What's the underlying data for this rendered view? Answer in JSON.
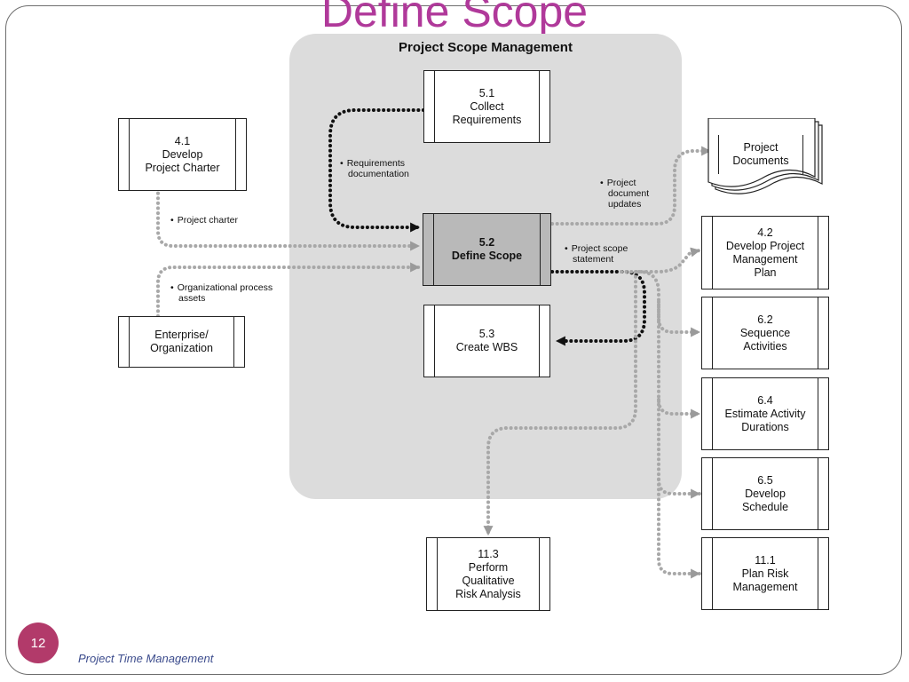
{
  "slide": {
    "title": "Define Scope",
    "page_number": "12",
    "footer": "Project Time Management"
  },
  "diagram": {
    "panel_title": "Project Scope Management",
    "boxes": {
      "collect_requirements": [
        "5.1",
        "Collect",
        "Requirements"
      ],
      "define_scope": [
        "5.2",
        "Define Scope"
      ],
      "create_wbs": [
        "5.3",
        "Create WBS"
      ],
      "develop_charter": [
        "4.1",
        "Develop",
        "Project Charter"
      ],
      "enterprise": [
        "Enterprise/",
        "Organization"
      ],
      "project_documents": [
        "Project",
        "Documents"
      ],
      "develop_pm_plan": [
        "4.2",
        "Develop Project",
        "Management",
        "Plan"
      ],
      "sequence_activities": [
        "6.2",
        "Sequence",
        "Activities"
      ],
      "estimate_durations": [
        "6.4",
        "Estimate Activity",
        "Durations"
      ],
      "develop_schedule": [
        "6.5",
        "Develop",
        "Schedule"
      ],
      "plan_risk": [
        "11.1",
        "Plan Risk",
        "Management"
      ],
      "qualitative_risk": [
        "11.3",
        "Perform",
        "Qualitative",
        "Risk Analysis"
      ]
    },
    "labels": {
      "requirements_doc": [
        "Requirements",
        "documentation"
      ],
      "project_charter": [
        "Project charter"
      ],
      "org_assets": [
        "Organizational process",
        "assets"
      ],
      "doc_updates": [
        "Project",
        "document",
        "updates"
      ],
      "scope_statement": [
        "Project scope",
        "statement"
      ]
    },
    "bullet": "•"
  }
}
